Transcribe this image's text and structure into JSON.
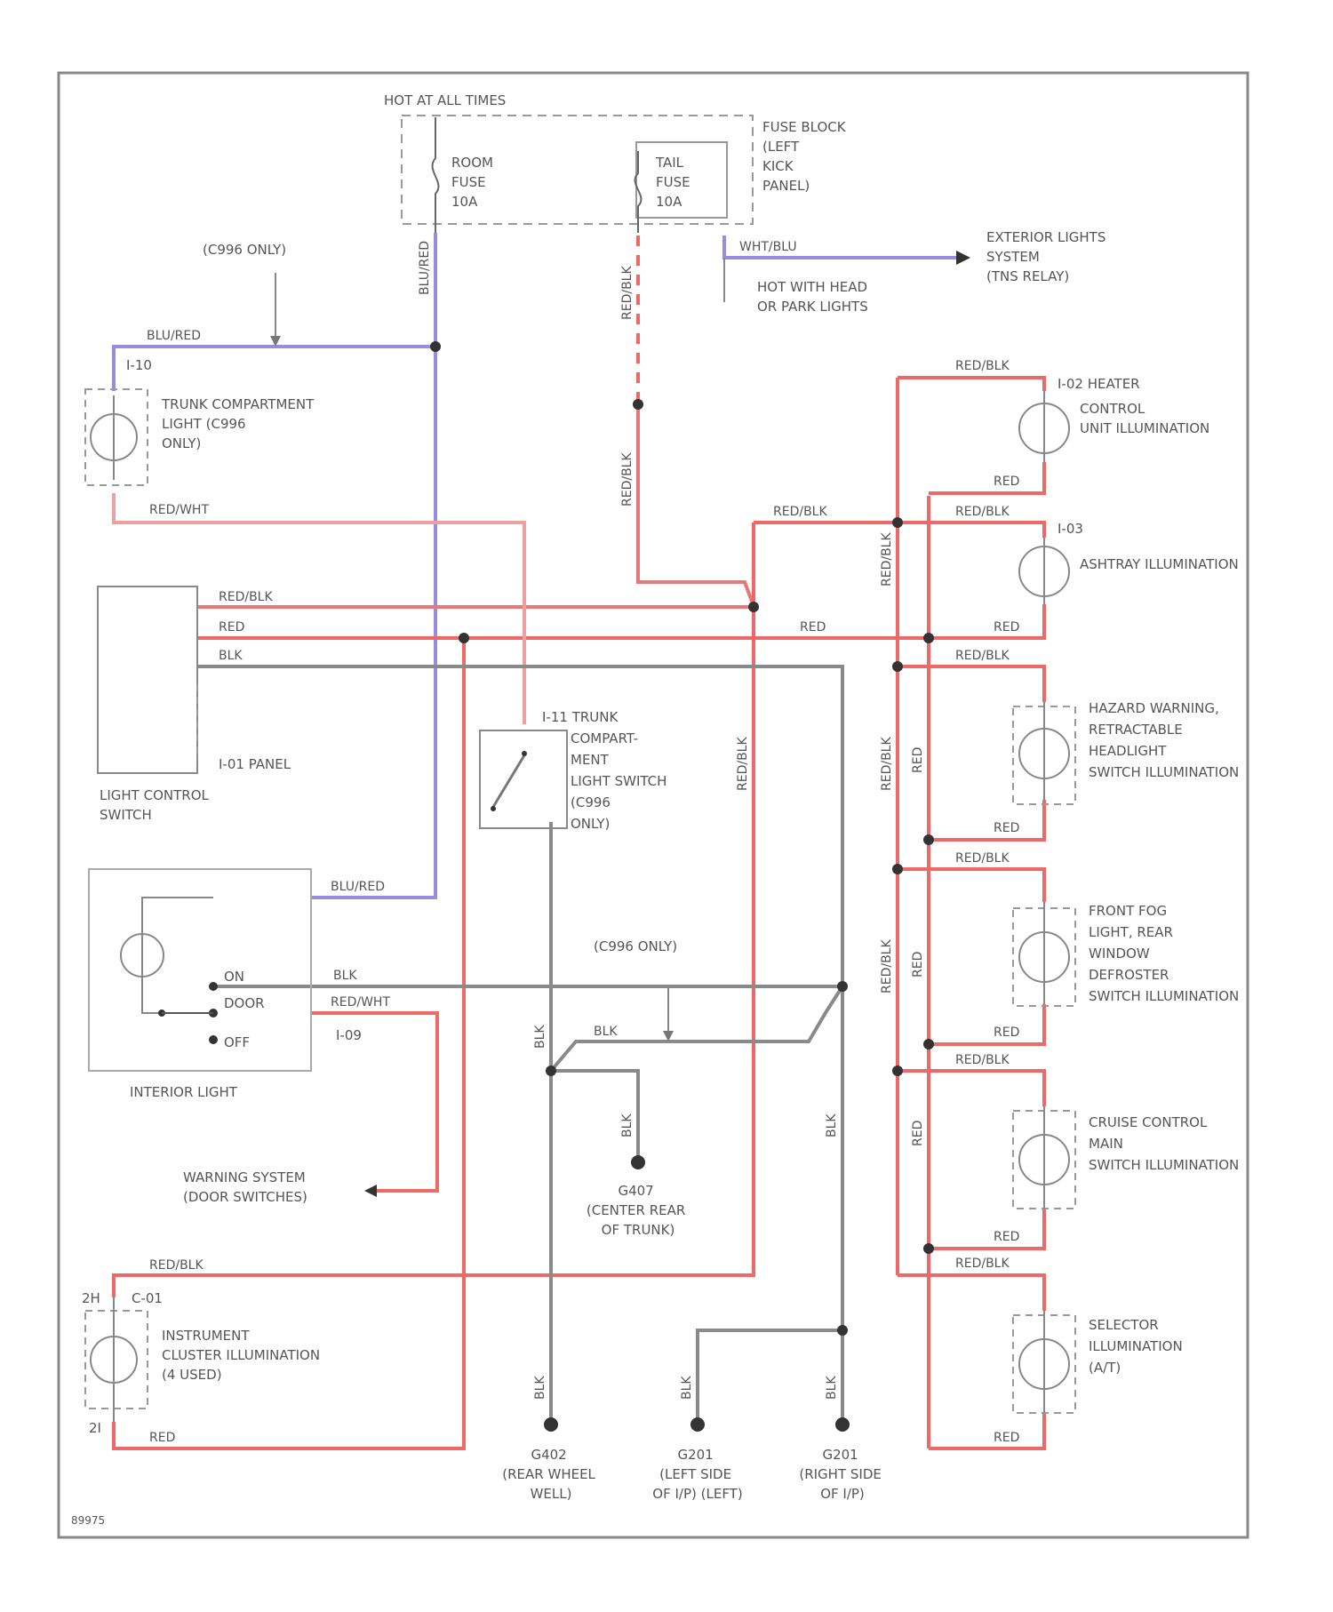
{
  "colors": {
    "red": "#ee6868",
    "red_blk": "#e87878",
    "pink": "#eea0a0",
    "blue_red": "#9b8bdf",
    "blk": "#8a8a8a",
    "outline": "#888888"
  },
  "header": {
    "hot_at_all_times": "HOT AT ALL TIMES",
    "fuse_block": [
      "FUSE BLOCK",
      "(LEFT",
      "KICK",
      "PANEL)"
    ],
    "room_fuse": [
      "ROOM",
      "FUSE",
      "10A"
    ],
    "tail_fuse": [
      "TAIL",
      "FUSE",
      "10A"
    ],
    "hot_with_head": [
      "HOT WITH HEAD",
      "OR PARK LIGHTS"
    ],
    "exterior_lights": [
      "EXTERIOR LIGHTS",
      "SYSTEM",
      "(TNS RELAY)"
    ]
  },
  "wires": {
    "blu_red": "BLU/RED",
    "red_blk": "RED/BLK",
    "red": "RED",
    "blk": "BLK",
    "red_wht": "RED/WHT",
    "wht_blu": "WHT/BLU"
  },
  "left": {
    "c996_only_top": "(C996 ONLY)",
    "trunk_light_id": "I-10",
    "trunk_light": [
      "TRUNK COMPARTMENT",
      "LIGHT (C996",
      "ONLY)"
    ],
    "light_control_switch": [
      "LIGHT CONTROL",
      "SWITCH"
    ],
    "panel_label": "I-01 PANEL",
    "interior_light": "INTERIOR LIGHT",
    "interior_light_id": "I-09",
    "switch_on": "ON",
    "switch_door": "DOOR",
    "switch_off": "OFF",
    "warning_system": [
      "WARNING SYSTEM",
      "(DOOR SWITCHES)"
    ],
    "cluster_pins": [
      "2H",
      "C-01",
      "2I"
    ],
    "instrument_cluster": [
      "INSTRUMENT",
      "CLUSTER ILLUMINATION",
      "(4 USED)"
    ]
  },
  "center": {
    "trunk_switch": [
      "I-11 TRUNK",
      "COMPART-",
      "MENT",
      "LIGHT SWITCH",
      "(C996",
      "ONLY)"
    ],
    "c996_only_mid": "(C996 ONLY)",
    "g407": [
      "G407",
      "(CENTER REAR",
      "OF TRUNK)"
    ],
    "g402": [
      "G402",
      "(REAR WHEEL",
      "WELL)"
    ],
    "g201": [
      "G201",
      "(LEFT SIDE",
      "OF I/P) (LEFT)"
    ],
    "g201_right": [
      "G201",
      "(RIGHT SIDE",
      "OF I/P)"
    ]
  },
  "right": {
    "heater_control": [
      "I-02 HEATER",
      "CONTROL",
      "UNIT ILLUMINATION"
    ],
    "ashtray_id": "I-03",
    "ashtray": "ASHTRAY ILLUMINATION",
    "hazard": [
      "HAZARD WARNING,",
      "RETRACTABLE",
      "HEADLIGHT",
      "SWITCH ILLUMINATION"
    ],
    "fog": [
      "FRONT FOG",
      "LIGHT, REAR",
      "WINDOW",
      "DEFROSTER",
      "SWITCH ILLUMINATION"
    ],
    "cruise": [
      "CRUISE CONTROL",
      "MAIN",
      "SWITCH ILLUMINATION"
    ],
    "selector": [
      "SELECTOR",
      "ILLUMINATION",
      "(A/T)"
    ]
  },
  "footer": {
    "figure_id": "89975"
  }
}
